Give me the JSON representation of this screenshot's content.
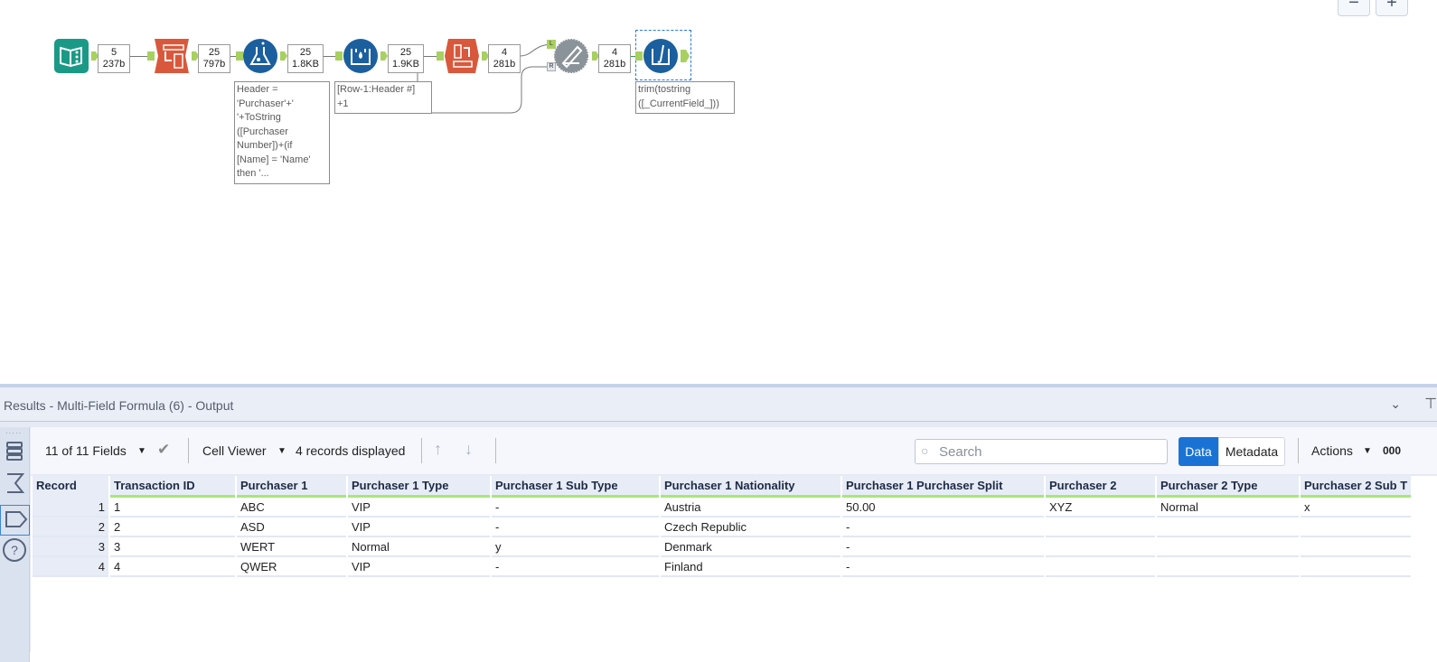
{
  "canvas": {
    "zoom_out_label": "−",
    "zoom_in_label": "+",
    "tools": [
      {
        "id": "input",
        "icon": "input-data-book-icon",
        "color": "#1a9a86"
      },
      {
        "id": "transpose",
        "icon": "transpose-icon",
        "color": "#d9583c"
      },
      {
        "id": "formula",
        "icon": "formula-flask-icon",
        "color": "#1c5f9e"
      },
      {
        "id": "multi-row-formula",
        "icon": "multi-row-formula-icon",
        "color": "#1c5f9e"
      },
      {
        "id": "crosstab",
        "icon": "crosstab-icon",
        "color": "#d9583c"
      },
      {
        "id": "dynamic-rename",
        "icon": "dynamic-rename-icon",
        "color": "#8a9399"
      },
      {
        "id": "multi-field-formula",
        "icon": "multi-field-formula-icon",
        "color": "#1c5f9e"
      }
    ],
    "badges": [
      {
        "count": "5",
        "size": "237b"
      },
      {
        "count": "25",
        "size": "797b"
      },
      {
        "count": "25",
        "size": "1.8KB"
      },
      {
        "count": "25",
        "size": "1.9KB"
      },
      {
        "count": "4",
        "size": "281b"
      },
      {
        "count": "4",
        "size": "281b"
      }
    ],
    "annotations": {
      "formula": "Header =\n'Purchaser'+'\n'+ToString\n([Purchaser\nNumber])+(if\n[Name] = 'Name'\nthen '...",
      "multi_row": "[Row-1:Header #]\n+1",
      "multi_field": "trim(tostring\n([_CurrentField_]))"
    },
    "anchor_labels": {
      "left": "L",
      "right": "R"
    }
  },
  "results": {
    "title": "Results - Multi-Field Formula (6) - Output",
    "toolbar": {
      "fields": "11 of 11 Fields",
      "cell_viewer": "Cell Viewer",
      "records": "4 records displayed",
      "search_placeholder": "Search",
      "data_tab": "Data",
      "metadata_tab": "Metadata",
      "actions": "Actions",
      "more": "000"
    },
    "columns": [
      "Record",
      "Transaction ID",
      "Purchaser 1",
      "Purchaser 1 Type",
      "Purchaser 1 Sub Type",
      "Purchaser 1 Nationality",
      "Purchaser 1 Purchaser Split",
      "Purchaser 2",
      "Purchaser 2 Type",
      "Purchaser 2 Sub T"
    ],
    "rows": [
      [
        "1",
        "1",
        "ABC",
        "VIP",
        "-",
        "Austria",
        "50.00",
        "XYZ",
        "Normal",
        "x"
      ],
      [
        "2",
        "2",
        "ASD",
        "VIP",
        "-",
        "Czech Republic",
        "-",
        "",
        "",
        ""
      ],
      [
        "3",
        "3",
        "WERT",
        "Normal",
        "y",
        "Denmark",
        "-",
        "",
        "",
        ""
      ],
      [
        "4",
        "4",
        "QWER",
        "VIP",
        "-",
        "Finland",
        "-",
        "",
        "",
        ""
      ]
    ]
  }
}
